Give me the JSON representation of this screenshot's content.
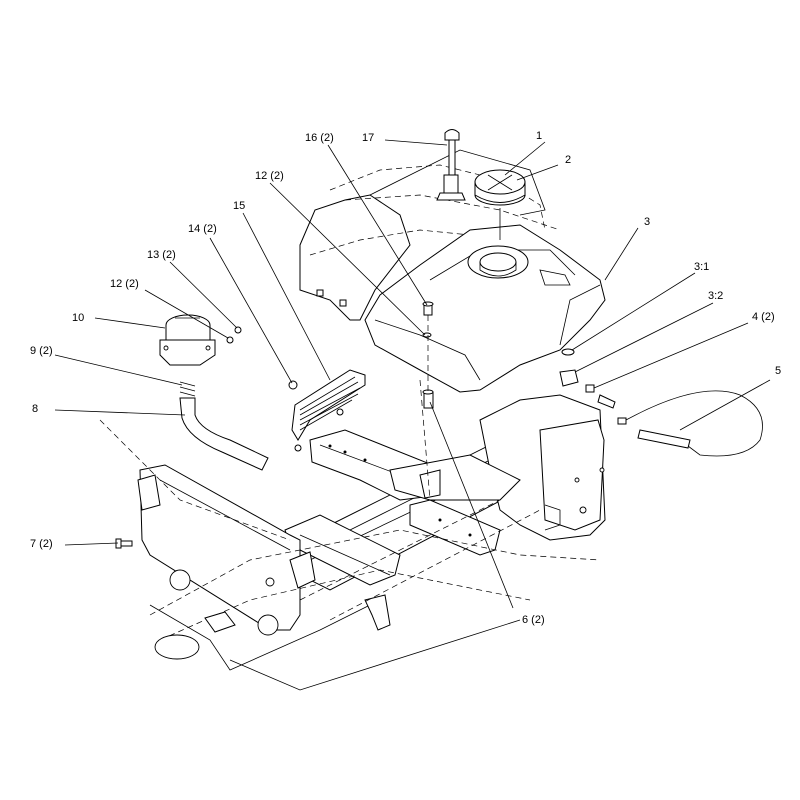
{
  "callouts": [
    {
      "id": "c1",
      "label": "1"
    },
    {
      "id": "c2",
      "label": "2"
    },
    {
      "id": "c3",
      "label": "3"
    },
    {
      "id": "c3_1",
      "label": "3:1"
    },
    {
      "id": "c3_2",
      "label": "3:2"
    },
    {
      "id": "c4",
      "label": "4 (2)"
    },
    {
      "id": "c5",
      "label": "5"
    },
    {
      "id": "c6",
      "label": "6 (2)"
    },
    {
      "id": "c7",
      "label": "7 (2)"
    },
    {
      "id": "c8",
      "label": "8"
    },
    {
      "id": "c9",
      "label": "9 (2)"
    },
    {
      "id": "c10",
      "label": "10"
    },
    {
      "id": "c12a",
      "label": "12 (2)"
    },
    {
      "id": "c12b",
      "label": "12 (2)"
    },
    {
      "id": "c13",
      "label": "13 (2)"
    },
    {
      "id": "c14",
      "label": "14 (2)"
    },
    {
      "id": "c15",
      "label": "15"
    },
    {
      "id": "c16",
      "label": "16 (2)"
    },
    {
      "id": "c17",
      "label": "17"
    }
  ],
  "colors": {
    "line": "#000000",
    "background": "#ffffff"
  }
}
